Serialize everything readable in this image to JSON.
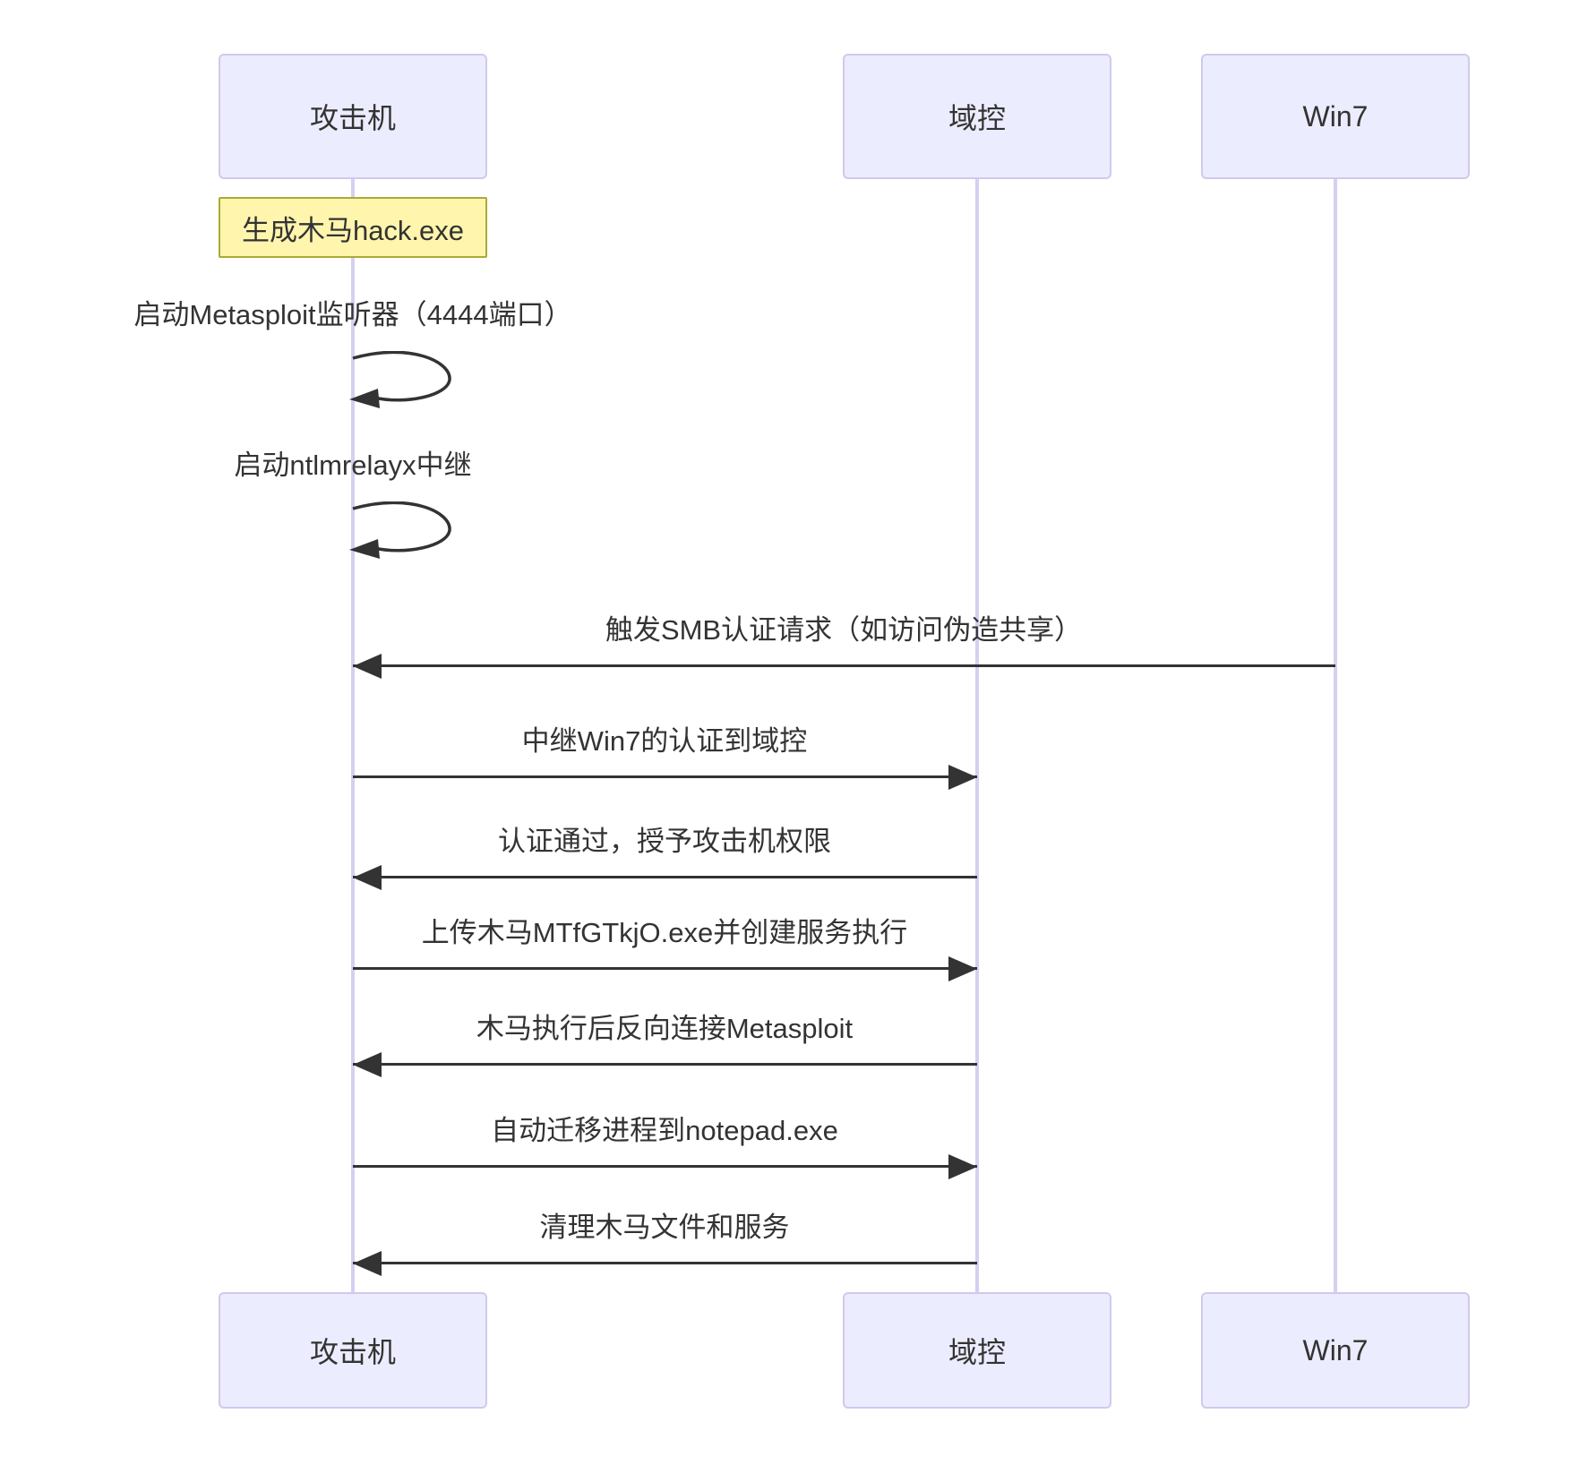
{
  "diagram": {
    "type": "sequence",
    "actors": [
      {
        "id": "attacker",
        "label": "攻击机"
      },
      {
        "id": "dc",
        "label": "域控"
      },
      {
        "id": "win7",
        "label": "Win7"
      }
    ],
    "note": {
      "attached_to": "attacker",
      "text": "生成木马hack.exe"
    },
    "self_messages": [
      {
        "actor": "attacker",
        "text": "启动Metasploit监听器（4444端口）"
      },
      {
        "actor": "attacker",
        "text": "启动ntlmrelayx中继"
      }
    ],
    "messages": [
      {
        "from": "win7",
        "to": "attacker",
        "text": "触发SMB认证请求（如访问伪造共享）"
      },
      {
        "from": "attacker",
        "to": "dc",
        "text": "中继Win7的认证到域控"
      },
      {
        "from": "dc",
        "to": "attacker",
        "text": "认证通过，授予攻击机权限"
      },
      {
        "from": "attacker",
        "to": "dc",
        "text": "上传木马MTfGTkjO.exe并创建服务执行"
      },
      {
        "from": "dc",
        "to": "attacker",
        "text": "木马执行后反向连接Metasploit"
      },
      {
        "from": "attacker",
        "to": "dc",
        "text": "自动迁移进程到notepad.exe"
      },
      {
        "from": "dc",
        "to": "attacker",
        "text": "清理木马文件和服务"
      }
    ],
    "colors": {
      "actor_fill": "#ECECFF",
      "actor_border": "#D0C9EC",
      "note_fill": "#FFF5AD",
      "note_border": "#AAAA33",
      "lifeline": "#D6CFF0",
      "arrow": "#333333",
      "text": "#333333"
    }
  }
}
